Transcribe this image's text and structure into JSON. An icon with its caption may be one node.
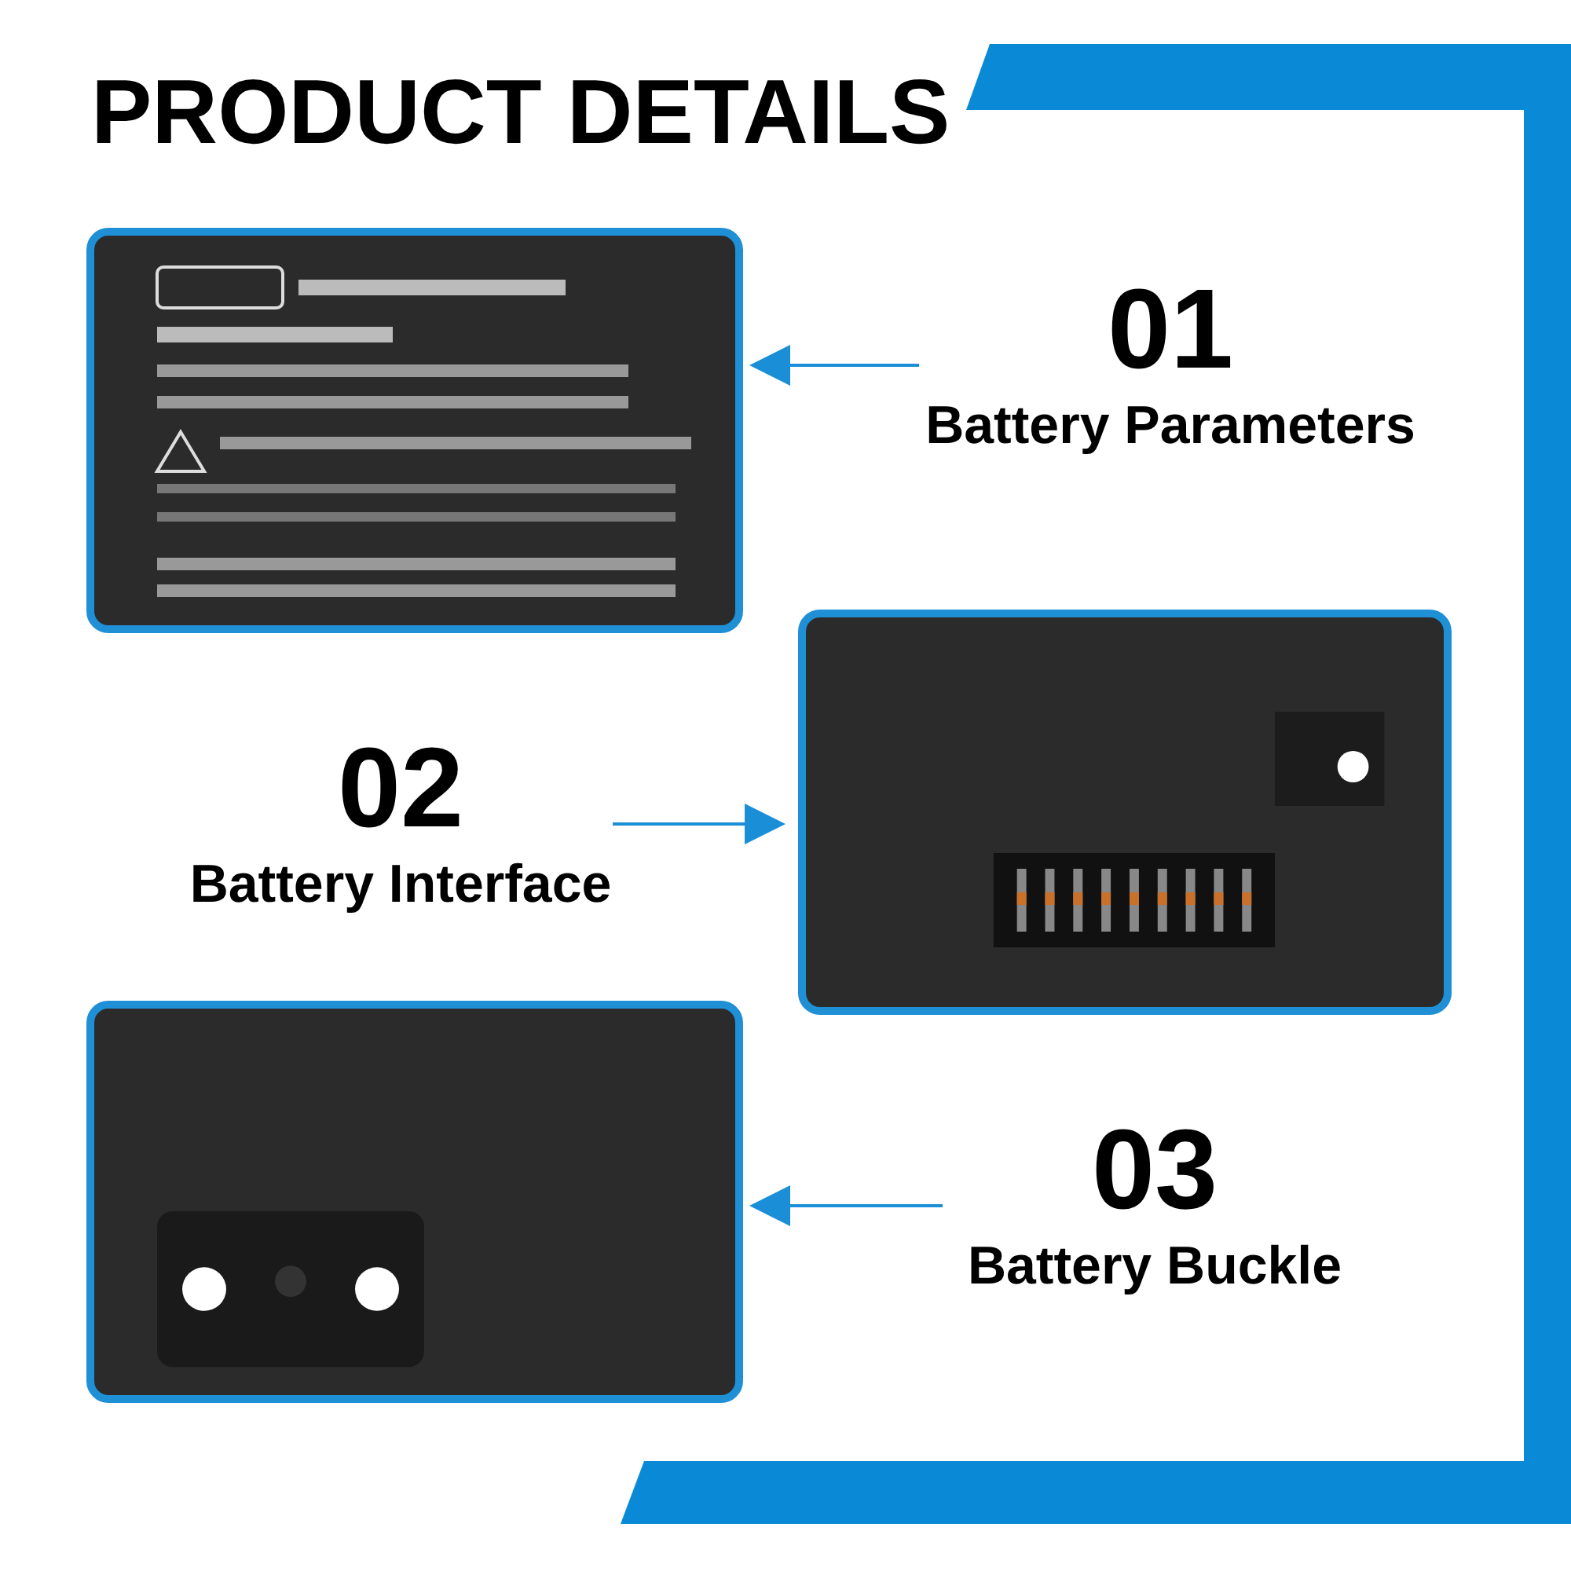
{
  "diagram": {
    "title": "PRODUCT DETAILS",
    "nodes": [
      {
        "text": [],
        "shape": "picture"
      },
      {
        "text": [
          "01",
          "Battery Parameters"
        ]
      },
      {
        "text": [
          "02",
          "Battery Interface"
        ]
      },
      {
        "text": [],
        "shape": "picture"
      },
      {
        "text": [],
        "shape": "picture"
      },
      {
        "text": [
          "03",
          "Battery Buckle"
        ]
      }
    ],
    "edges": [
      {
        "from": 1,
        "to": 0,
        "arrow": "to"
      },
      {
        "from": 2,
        "to": 3,
        "arrow": "to"
      },
      {
        "from": 5,
        "to": 4,
        "arrow": "to"
      }
    ]
  }
}
